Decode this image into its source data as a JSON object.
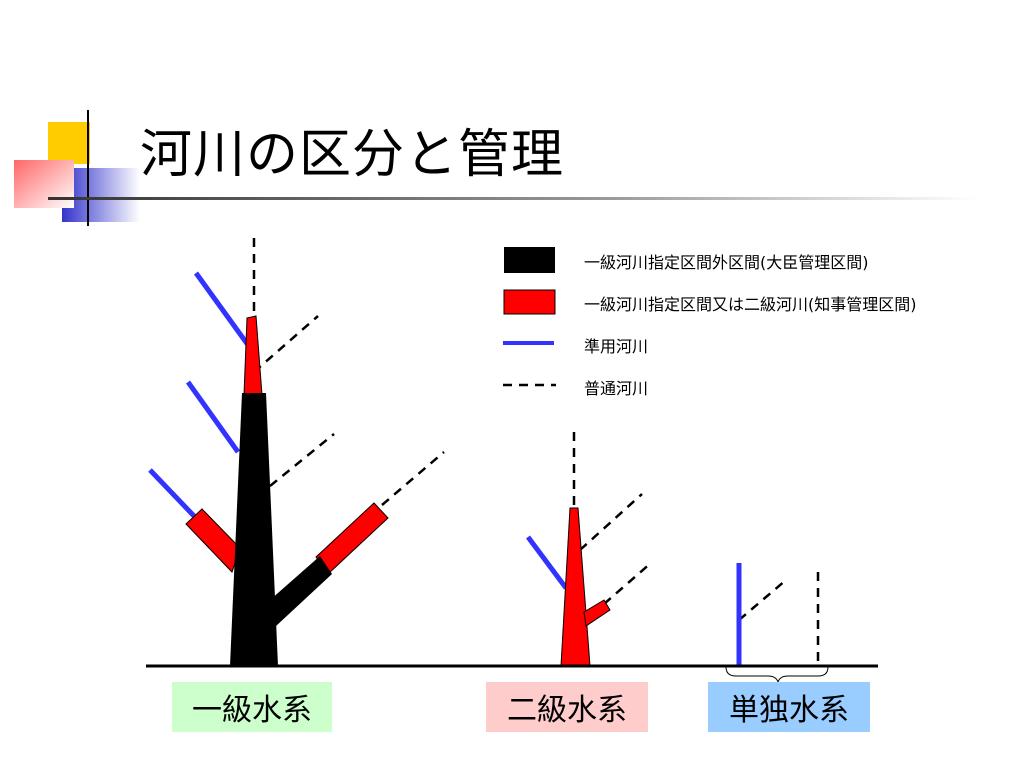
{
  "title": "河川の区分と管理",
  "legend": [
    {
      "label": "一級河川指定区間外区間(大臣管理区間)",
      "style": "black-block",
      "color": "#000000"
    },
    {
      "label": "一級河川指定区間又は二級河川(知事管理区間)",
      "style": "red-block",
      "color": "#ff0000"
    },
    {
      "label": "準用河川",
      "style": "blue-line",
      "color": "#3333ff"
    },
    {
      "label": "普通河川",
      "style": "dashed-line",
      "color": "#000000"
    }
  ],
  "systems": [
    {
      "label": "一級水系",
      "bg": "#ccffcc"
    },
    {
      "label": "二級水系",
      "bg": "#ffcccc"
    },
    {
      "label": "単独水系",
      "bg": "#99ccff"
    }
  ],
  "colors": {
    "minister": "#000000",
    "governor": "#ff0000",
    "municipal": "#3333ff",
    "ordinary": "#000000",
    "deco_yellow": "#ffcc00",
    "deco_red": "#ff3333",
    "deco_blue": "#3333cc"
  }
}
